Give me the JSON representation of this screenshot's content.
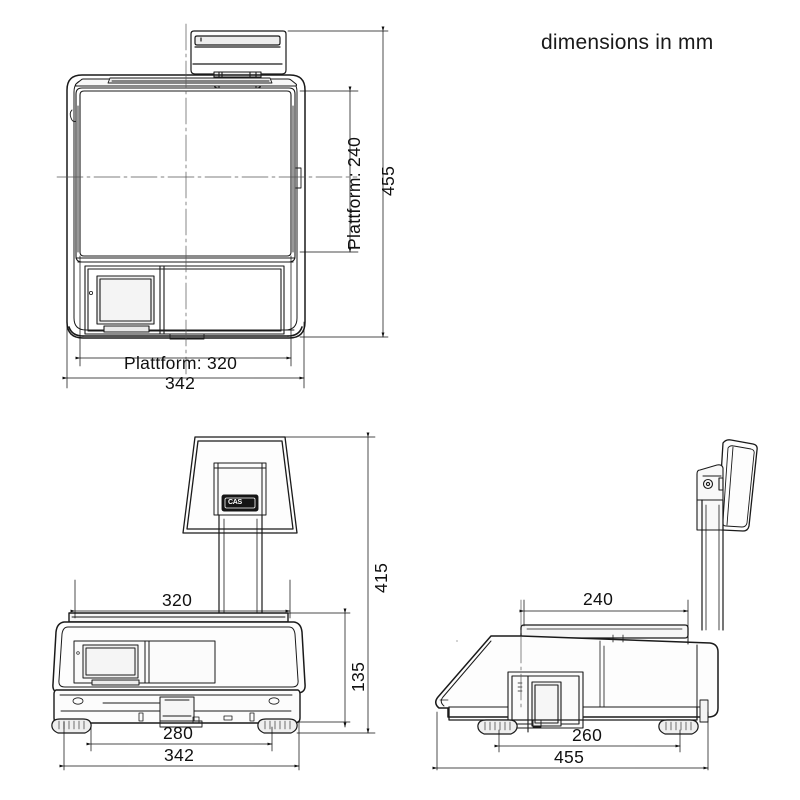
{
  "page": {
    "background": "#ffffff",
    "line_color": "#1a1a1a",
    "title_note": "dimensions in mm",
    "units": "mm"
  },
  "brand": {
    "logo_text": "CAS"
  },
  "views": {
    "top": {
      "name": "top-view",
      "dimensions": {
        "platform_depth": "Plattform: 240",
        "overall_depth": "455",
        "platform_width": "Plattform: 320",
        "overall_width": "342"
      }
    },
    "front": {
      "name": "front-elevation-view",
      "dimensions": {
        "platform_width": "320",
        "overall_height": "415",
        "body_height": "135",
        "foot_span": "280",
        "overall_width": "342"
      }
    },
    "side": {
      "name": "side-elevation-view",
      "dimensions": {
        "platform_depth": "240",
        "foot_span": "260",
        "overall_depth": "455"
      }
    }
  },
  "dimension_labels": [
    {
      "id": "top-platform-depth",
      "text": "Plattform: 240",
      "view": "top",
      "orientation": "vertical"
    },
    {
      "id": "top-overall-depth",
      "text": "455",
      "view": "top",
      "orientation": "vertical"
    },
    {
      "id": "top-platform-width",
      "text": "Plattform: 320",
      "view": "top",
      "orientation": "horizontal"
    },
    {
      "id": "top-overall-width",
      "text": "342",
      "view": "top",
      "orientation": "horizontal"
    },
    {
      "id": "front-platform-width",
      "text": "320",
      "view": "front",
      "orientation": "horizontal"
    },
    {
      "id": "front-overall-height",
      "text": "415",
      "view": "front",
      "orientation": "vertical"
    },
    {
      "id": "front-body-height",
      "text": "135",
      "view": "front",
      "orientation": "vertical"
    },
    {
      "id": "front-foot-span",
      "text": "280",
      "view": "front",
      "orientation": "horizontal"
    },
    {
      "id": "front-overall-width",
      "text": "342",
      "view": "front",
      "orientation": "horizontal"
    },
    {
      "id": "side-platform-depth",
      "text": "240",
      "view": "side",
      "orientation": "horizontal"
    },
    {
      "id": "side-foot-span",
      "text": "260",
      "view": "side",
      "orientation": "horizontal"
    },
    {
      "id": "side-overall-depth",
      "text": "455",
      "view": "side",
      "orientation": "horizontal"
    }
  ]
}
